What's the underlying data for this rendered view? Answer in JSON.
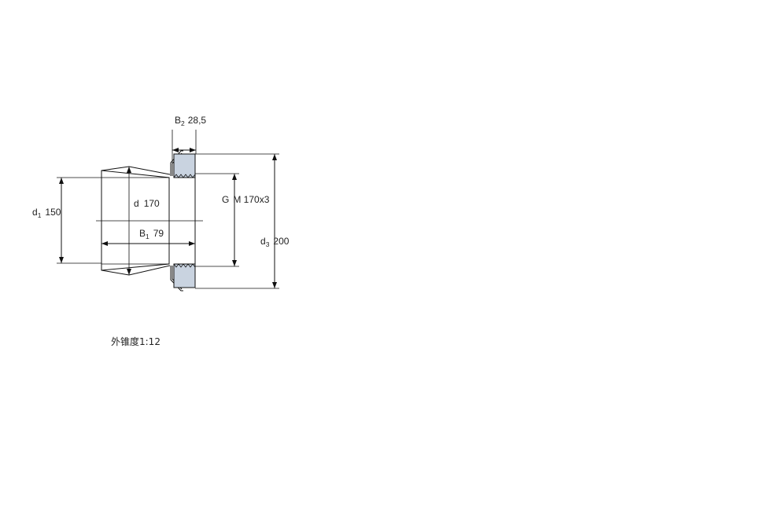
{
  "dimensions": {
    "b2": {
      "symbol": "B",
      "subscript": "2",
      "value": "28,5"
    },
    "d1": {
      "symbol": "d",
      "subscript": "1",
      "value": "150"
    },
    "d": {
      "symbol": "d",
      "value": "170"
    },
    "b1": {
      "symbol": "B",
      "subscript": "1",
      "value": "79"
    },
    "g": {
      "symbol": "G",
      "value": "M 170x3"
    },
    "d3": {
      "symbol": "d",
      "subscript": "3",
      "value": "200"
    }
  },
  "taper_note": "外锥度1:12",
  "colors": {
    "nut_fill": "#c9d3e0",
    "line": "#111111"
  }
}
